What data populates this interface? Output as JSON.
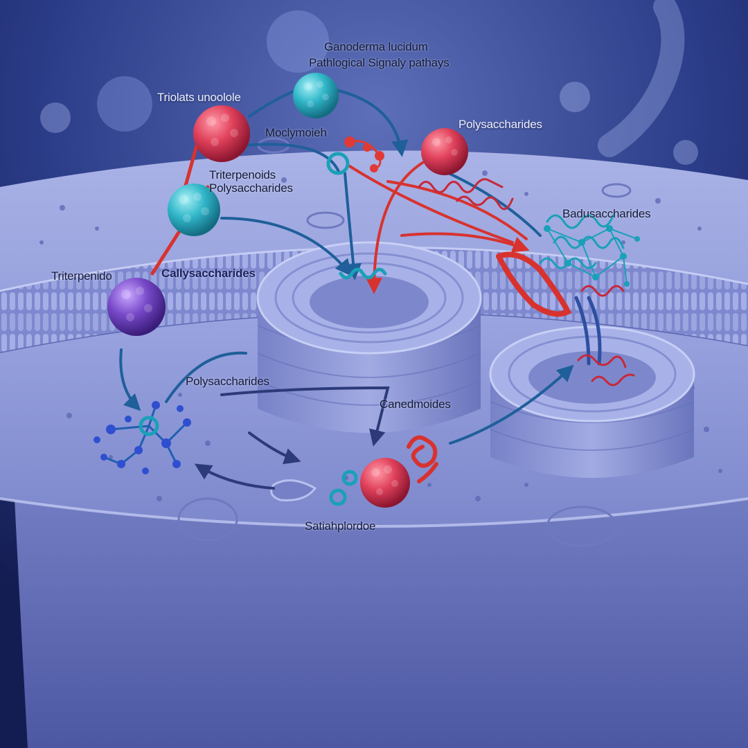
{
  "title": {
    "line1": "Ganoderma lucidum",
    "line2": "Pathlogical Signaly pathays"
  },
  "labels": {
    "triolats": "Triolats unoolole",
    "moclymoieh": "Moclymoieh",
    "polysaccharides_top": "Polysaccharides",
    "triterpenoids": "Triterpenoids",
    "polysaccharides_left": "Polysaccharides",
    "badusaccharides": "Badusaccharides",
    "triterpenido": "Triterpenido",
    "callysaccharides": "Callysaccharides",
    "polysaccharides_mid": "Polysaccharides",
    "canedmoides": "Canedmoides",
    "satiahplordoe": "Satiahplordoe"
  },
  "colors": {
    "background": "#1d2a66",
    "membrane": "#7f8ad0",
    "arrow_blue": "#1f5f9a",
    "arrow_red": "#d8322f",
    "sphere_red": "#e0405a",
    "sphere_cyan": "#31b7c9",
    "sphere_purple": "#7748c8"
  },
  "molecules": [
    {
      "name": "molecule-cyan-top",
      "color": "cyan"
    },
    {
      "name": "molecule-red-top",
      "color": "red"
    },
    {
      "name": "molecule-red-right",
      "color": "red"
    },
    {
      "name": "molecule-cyan-left",
      "color": "cyan"
    },
    {
      "name": "molecule-purple",
      "color": "purple"
    },
    {
      "name": "molecule-red-bottom",
      "color": "red"
    }
  ]
}
